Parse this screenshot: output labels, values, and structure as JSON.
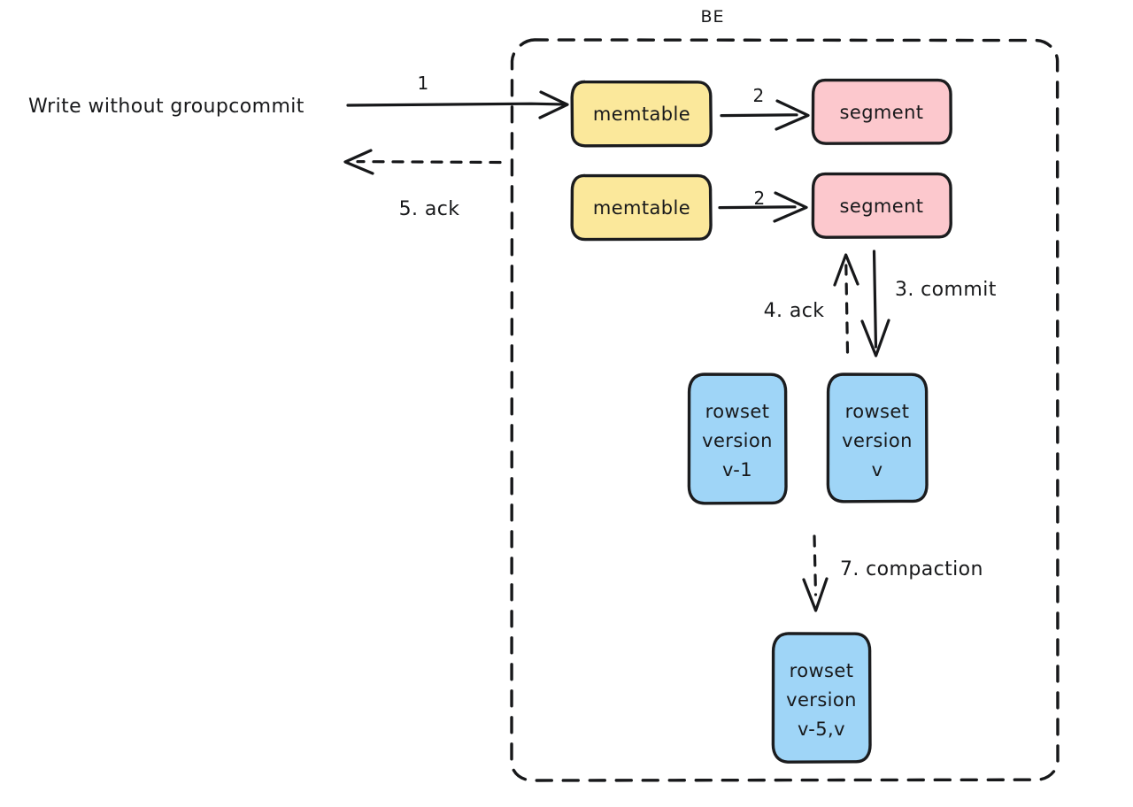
{
  "diagram": {
    "title_group": "BE",
    "background": "#ffffff",
    "ink_color": "#17181a",
    "colors": {
      "memtable_fill": "#fbe89b",
      "segment_fill": "#fcc8cd",
      "rowset_fill": "#9fd5f7",
      "stroke": "#17181a"
    },
    "external_labels": [
      {
        "id": "write",
        "text": "Write without groupcommit"
      }
    ],
    "nodes": [
      {
        "id": "memtable-1",
        "label": "memtable",
        "kind": "memtable"
      },
      {
        "id": "memtable-2",
        "label": "memtable",
        "kind": "memtable"
      },
      {
        "id": "segment-1",
        "label": "segment",
        "kind": "segment"
      },
      {
        "id": "segment-2",
        "label": "segment",
        "kind": "segment"
      },
      {
        "id": "rowset-prev",
        "lines": [
          "rowset",
          "version",
          "v-1"
        ],
        "kind": "rowset"
      },
      {
        "id": "rowset-curr",
        "lines": [
          "rowset",
          "version",
          "v"
        ],
        "kind": "rowset"
      },
      {
        "id": "rowset-compacted",
        "lines": [
          "rowset",
          "version",
          "v-5,v"
        ],
        "kind": "rowset"
      }
    ],
    "edges": [
      {
        "id": "edge-write",
        "label": "1",
        "style": "solid",
        "from": "write",
        "to": "memtable-1"
      },
      {
        "id": "edge-ack-client",
        "label": "5. ack",
        "style": "dashed",
        "from": "BE",
        "to": "client"
      },
      {
        "id": "edge-flush-1",
        "label": "2",
        "style": "solid",
        "from": "memtable-1",
        "to": "segment-1"
      },
      {
        "id": "edge-flush-2",
        "label": "2",
        "style": "solid",
        "from": "memtable-2",
        "to": "segment-2"
      },
      {
        "id": "edge-commit",
        "label": "3. commit",
        "style": "solid",
        "from": "segment-2",
        "to": "rowset-curr"
      },
      {
        "id": "edge-ack-commit",
        "label": "4. ack",
        "style": "dashed",
        "from": "rowset-curr",
        "to": "segment-2"
      },
      {
        "id": "edge-compaction",
        "label": "7. compaction",
        "style": "dashed",
        "from": "rowset-curr",
        "to": "rowset-compacted"
      }
    ]
  }
}
